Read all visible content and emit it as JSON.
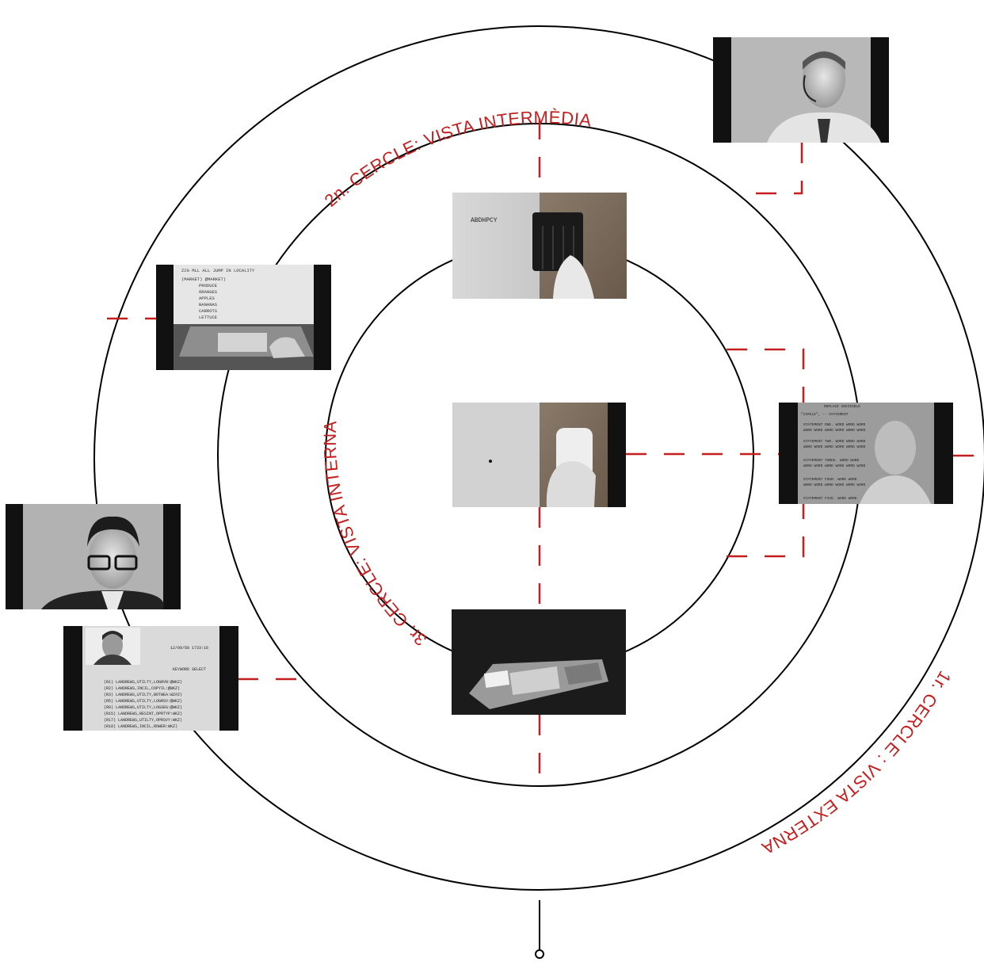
{
  "colors": {
    "ring": "#000000",
    "accent": "#c41e1e",
    "frame_dark": "#111111"
  },
  "labels": {
    "outer_ring": "1r. CERCLE : VISTA EXTERNA",
    "middle_ring": "2n. CERCLE: VISTA INTERMÈDIA",
    "inner_ring": "3r. CERCLE: VISTA INTERNA"
  },
  "frames": [
    {
      "id": "presenter-top-right",
      "subject": "presenter-with-headset"
    },
    {
      "id": "chord-keyset",
      "subject": "chord-keyset-on-desk",
      "text": "ABDHPCY"
    },
    {
      "id": "console-list-screen",
      "subject": "console-with-screen-list",
      "lines": [
        "ZIG    MLL  ALL  JUMP IN LOCALITY",
        "(MARKET) @MARKET)",
        "PRODUCE",
        "ORANGES",
        "APPLES",
        "BANANAS",
        "CARROTS",
        "LETTUCE"
      ]
    },
    {
      "id": "mouse-hand",
      "subject": "hand-on-mouse"
    },
    {
      "id": "overlay-text-presenter",
      "subject": "document-overlay-with-presenter",
      "lines": [
        "REPLACE INVISIBLE",
        "\"CIRCLE\", -- STATEMENT",
        "STATEMENT ONE. WORD WORD WORD",
        "WORD WORD WORD WORD WORD WORD",
        "STATEMENT TWO. WORD WORD WORD",
        "WORD WORD WORD WORD WORD WORD",
        "STATEMENT THREE. WORD WORD",
        "WORD WORD WORD WORD WORD WORD",
        "STATEMENT FOUR. WORD WORD",
        "WORD WORD WORD WORD WORD WORD",
        "STATEMENT FIVE. WORD WORD"
      ]
    },
    {
      "id": "man-glasses",
      "subject": "man-with-glasses-and-headset"
    },
    {
      "id": "keyboard-console",
      "subject": "keyboard-console-top-view"
    },
    {
      "id": "database-screen",
      "subject": "screen-with-record-list",
      "lines": [
        "12/09/68 1733:16",
        "KEYWORD SELECT",
        "(R1) LANDREWS,UTILTY,LOGRVN:@WKZ)",
        "(R2) LANDREWS,INCIL,COPYIL:@WKZ)",
        "(R3) LANDREWS,UTILTY,BOTWEA:WZ#Z)",
        "(R5) LANDREWS,UTILTY,LOGRSV:@WKZ)",
        "(R8) LANDREWS,UTILTY,LOGSEG:@WKZ)",
        "(R15) LANDREWS,RESINT,OPRTYP:WKZ)",
        "(R17) LANDREWS,UTILTY,OPRSVY:WKZ)",
        "(R18) LANDREWS,INCIL,ROWER:WKZ)"
      ]
    }
  ]
}
